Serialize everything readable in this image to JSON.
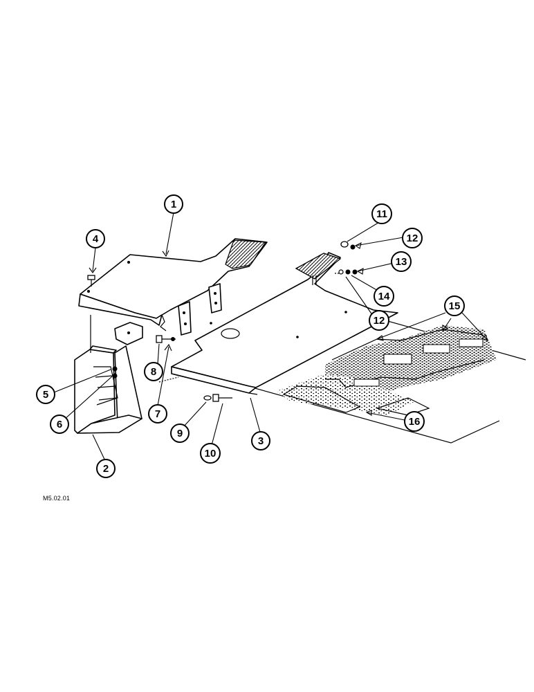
{
  "figure": {
    "reference_code": "M5.02.01"
  },
  "callouts": [
    {
      "id": "callout-1",
      "label": "1"
    },
    {
      "id": "callout-2",
      "label": "2"
    },
    {
      "id": "callout-3",
      "label": "3"
    },
    {
      "id": "callout-4",
      "label": "4"
    },
    {
      "id": "callout-5",
      "label": "5"
    },
    {
      "id": "callout-6",
      "label": "6"
    },
    {
      "id": "callout-7",
      "label": "7"
    },
    {
      "id": "callout-8",
      "label": "8"
    },
    {
      "id": "callout-9",
      "label": "9"
    },
    {
      "id": "callout-10",
      "label": "10"
    },
    {
      "id": "callout-11",
      "label": "11"
    },
    {
      "id": "callout-12a",
      "label": "12"
    },
    {
      "id": "callout-12b",
      "label": "12"
    },
    {
      "id": "callout-13",
      "label": "13"
    },
    {
      "id": "callout-14",
      "label": "14"
    },
    {
      "id": "callout-15",
      "label": "15"
    },
    {
      "id": "callout-16",
      "label": "16"
    }
  ]
}
